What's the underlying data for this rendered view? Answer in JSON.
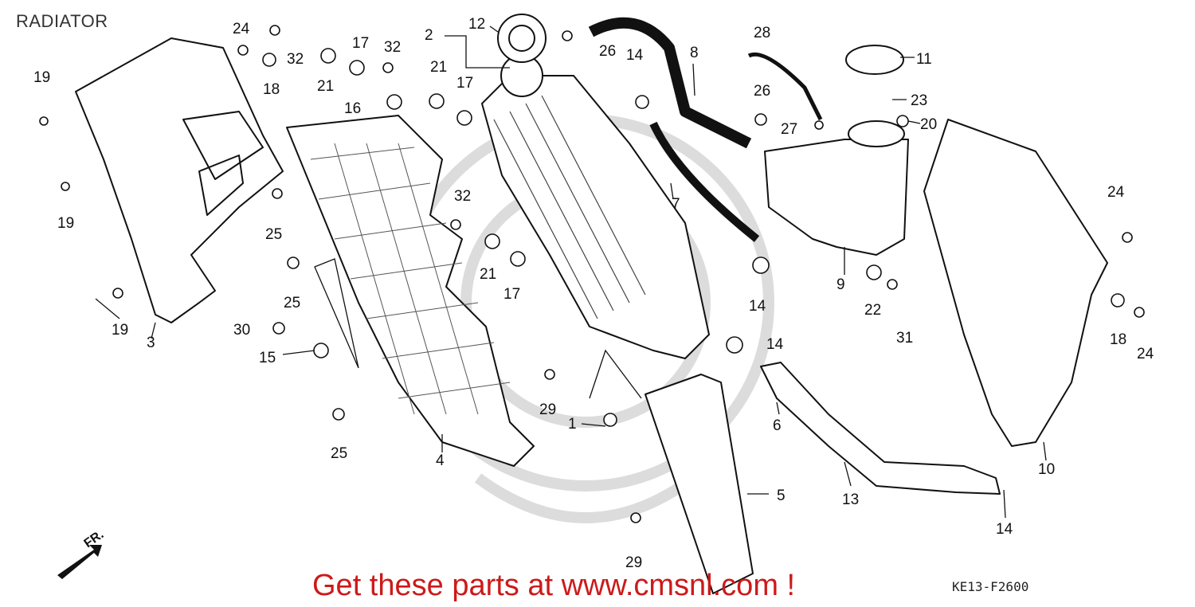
{
  "diagram": {
    "title": "RADIATOR",
    "footer_link_text": "Get these parts at www.cmsnl.com !",
    "diagram_code": "KE13-F2600",
    "direction_label": "FR.",
    "callouts": [
      "1",
      "2",
      "3",
      "4",
      "5",
      "6",
      "7",
      "8",
      "9",
      "10",
      "11",
      "12",
      "13",
      "14",
      "15",
      "16",
      "17",
      "18",
      "19",
      "20",
      "21",
      "22",
      "23",
      "24",
      "25",
      "26",
      "27",
      "28",
      "29",
      "30",
      "31",
      "32"
    ]
  },
  "colors": {
    "ink": "#111111",
    "footer": "#cc1a1a",
    "watermark": "#d9d9d9"
  }
}
